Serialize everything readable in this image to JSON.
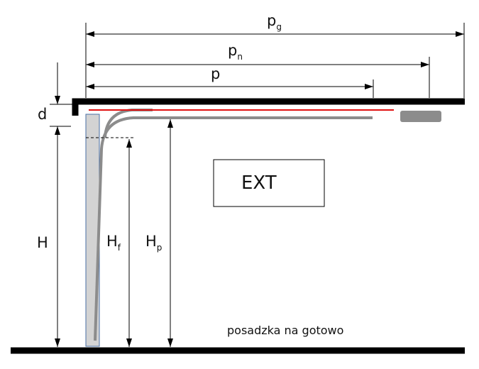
{
  "dimensions": {
    "pg": {
      "main": "p",
      "sub": "g"
    },
    "pn": {
      "main": "p",
      "sub": "n"
    },
    "p": {
      "main": "p"
    },
    "d": {
      "main": "d"
    },
    "H": {
      "main": "H"
    },
    "Hf": {
      "main": "H",
      "sub": "f"
    },
    "Hp": {
      "main": "H",
      "sub": "p"
    }
  },
  "box_label": "EXT",
  "floor_label": "posadzka na gotowo",
  "colors": {
    "line": "#000000",
    "rail": "#8c8c8c",
    "red_line": "#e01010",
    "door_fill": "#d3d3d3",
    "door_stroke": "#4a6fa5"
  }
}
